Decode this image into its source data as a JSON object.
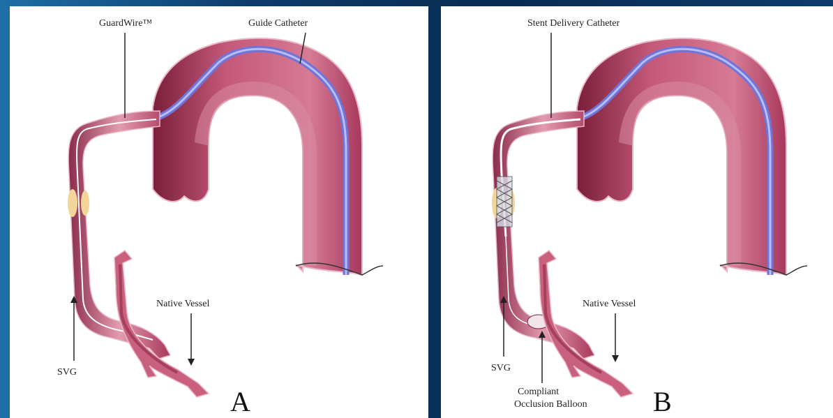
{
  "panels": [
    {
      "letter": "A",
      "labels": {
        "guidewire": "GuardWire™",
        "guide_catheter": "Guide Catheter",
        "native_vessel": "Native Vessel",
        "svg": "SVG"
      }
    },
    {
      "letter": "B",
      "labels": {
        "stent_delivery_catheter": "Stent Delivery Catheter",
        "native_vessel": "Native Vessel",
        "svg": "SVG",
        "balloon_line1": "Compliant",
        "balloon_line2": "Occlusion Balloon"
      }
    }
  ],
  "colors": {
    "vessel": "#c9607e",
    "vessel_dark": "#7a1f3a",
    "vessel_light": "#efb3c3",
    "catheter": "#6f74d8",
    "lesion": "#f3d59a"
  }
}
